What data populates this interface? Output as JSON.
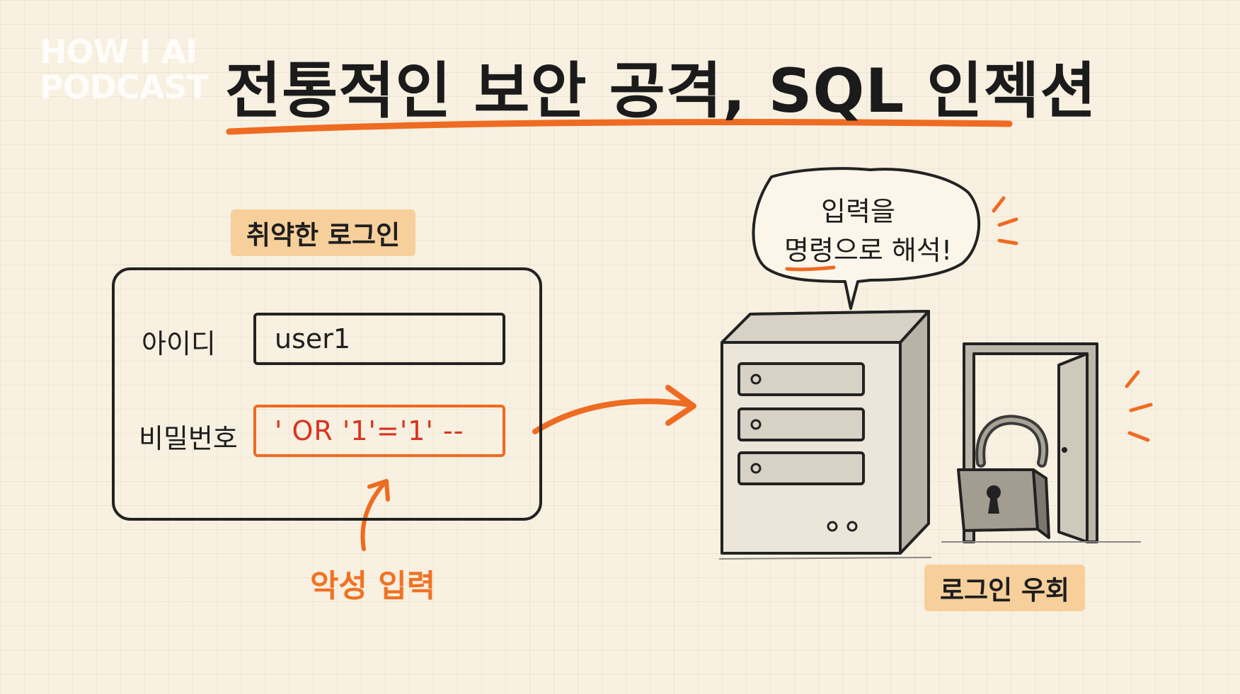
{
  "watermark": {
    "line1": "HOW I AI",
    "line2": "PODCAST"
  },
  "title": "전통적인 보안 공격, SQL 인젝션",
  "colors": {
    "accent": "#f07224",
    "tag_bg": "#f6cf9a",
    "injection_text": "#d9331f",
    "background": "#f8f0e0"
  },
  "login_form": {
    "tag": "취약한 로그인",
    "id_label": "아이디",
    "id_value": "user1",
    "pw_label": "비밀번호",
    "pw_value": "' OR '1'='1' --"
  },
  "malicious_label": "악성 입력",
  "speech_bubble": {
    "line1": "입력을",
    "line2": "명령으로 해석!"
  },
  "bypass_tag": "로그인 우회",
  "icons": [
    "server-icon",
    "unlocked-padlock-icon",
    "open-door-icon",
    "arrow-right-icon",
    "arrow-up-icon",
    "speech-bubble-icon"
  ]
}
